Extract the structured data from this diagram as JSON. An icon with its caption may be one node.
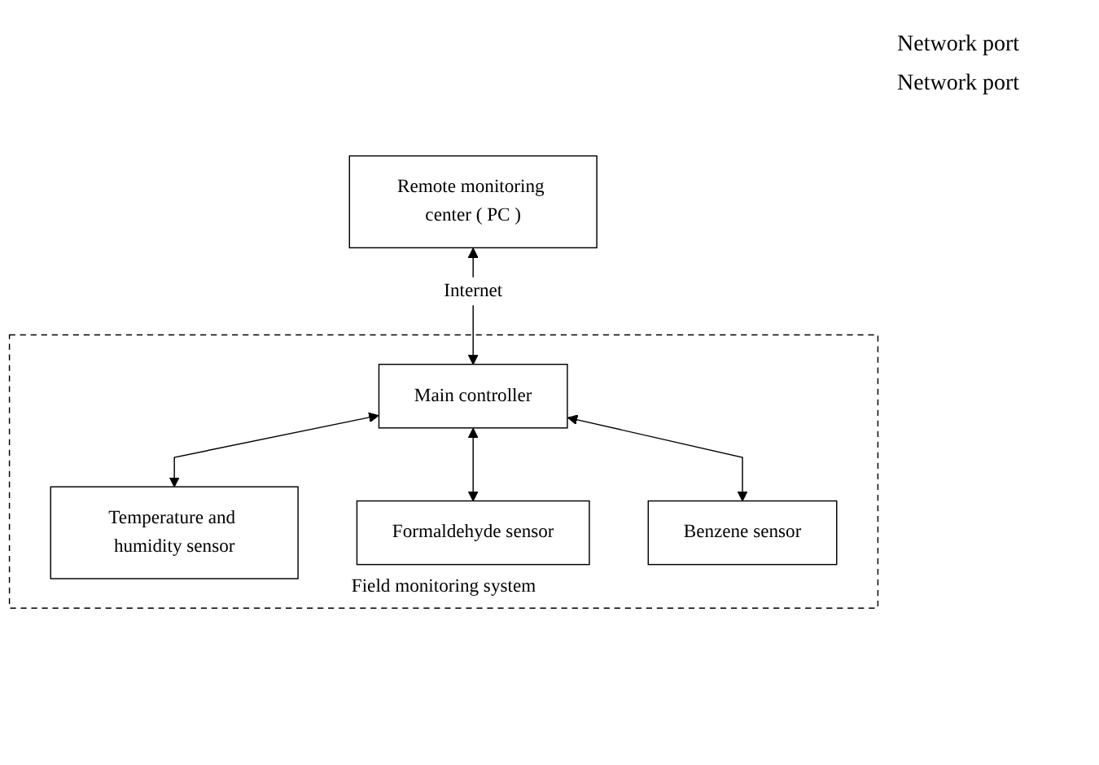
{
  "diagram": {
    "nodes": [
      {
        "text": [
          "Remote monitoring center ( PC )"
        ]
      },
      {
        "text": [
          "Field monitoring system"
        ]
      },
      {
        "text": [
          "Main controller"
        ],
        "in": 1
      },
      {
        "text": [
          "Temperature and humidity sensor"
        ],
        "in": 1
      },
      {
        "text": [
          "Formaldehyde sensor"
        ],
        "in": 1
      },
      {
        "text": [
          "Benzene sensor"
        ],
        "in": 1
      }
    ],
    "edges": [
      {
        "from": 0,
        "to": 2,
        "arrow": "both",
        "label": "Internet"
      },
      {
        "from": 2,
        "to": 3,
        "arrow": "both"
      },
      {
        "from": 2,
        "to": 4,
        "arrow": "both"
      },
      {
        "from": 2,
        "to": 5,
        "arrow": "both"
      }
    ],
    "labels": [
      "Network port",
      "Network port"
    ]
  }
}
